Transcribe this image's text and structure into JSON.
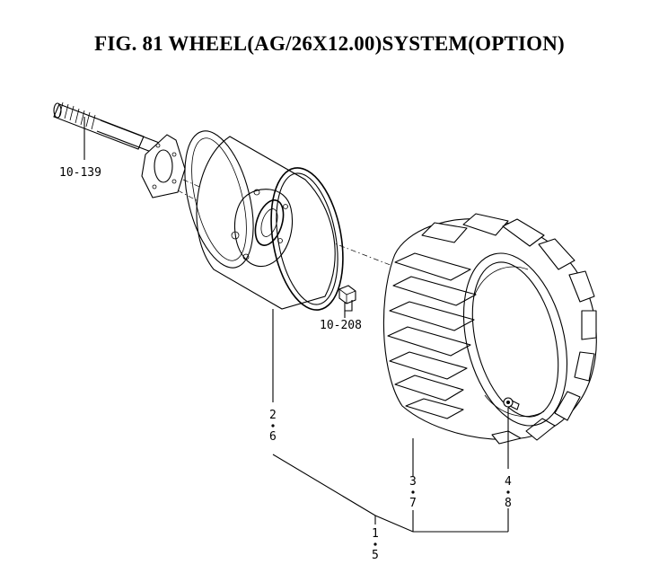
{
  "title": "FIG. 81  WHEEL(AG/26X12.00)SYSTEM(OPTION)",
  "callouts": {
    "axle": "10-139",
    "bolt": "10-208",
    "rim_a": "2",
    "rim_b": "6",
    "tire_a": "3",
    "tire_b": "7",
    "valve_a": "4",
    "valve_b": "8",
    "assy_a": "1",
    "assy_b": "5"
  }
}
